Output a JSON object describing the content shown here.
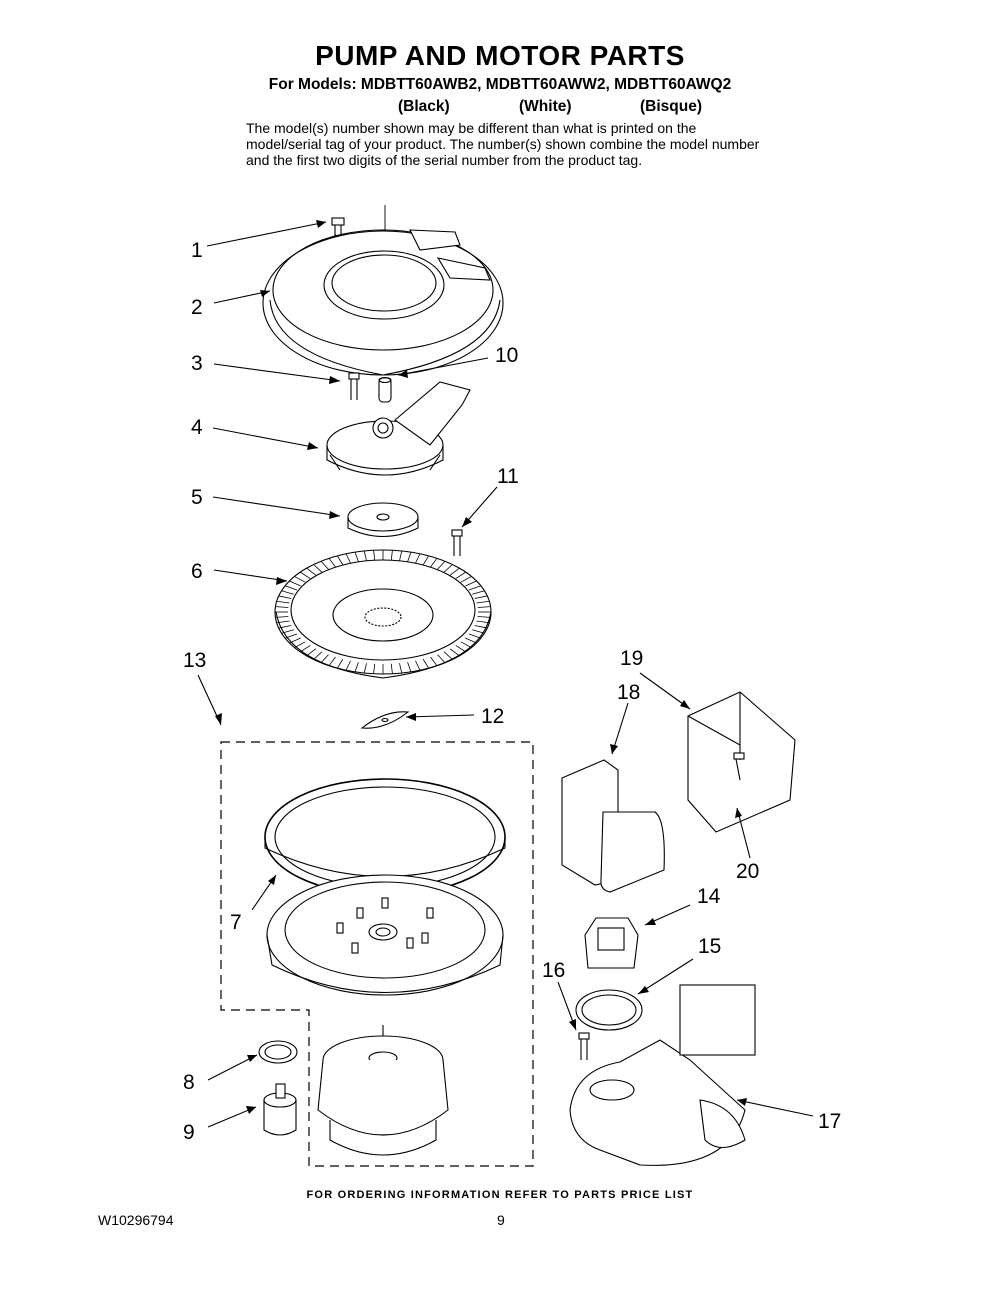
{
  "header": {
    "title": "PUMP AND MOTOR PARTS",
    "models_line": "For Models: MDBTT60AWB2, MDBTT60AWW2, MDBTT60AWQ2",
    "colors": [
      "(Black)",
      "(White)",
      "(Bisque)"
    ],
    "description": "The model(s) number shown may be different than what is printed on the model/serial tag of your product. The number(s) shown combine the model number and the first two digits of the serial number from the product tag."
  },
  "callouts": [
    "1",
    "2",
    "3",
    "4",
    "5",
    "6",
    "7",
    "8",
    "9",
    "10",
    "11",
    "12",
    "13",
    "14",
    "15",
    "16",
    "17",
    "18",
    "19",
    "20"
  ],
  "footer": {
    "ordering_note": "FOR ORDERING INFORMATION REFER TO PARTS PRICE LIST",
    "doc_number": "W10296794",
    "page_number": "9"
  }
}
